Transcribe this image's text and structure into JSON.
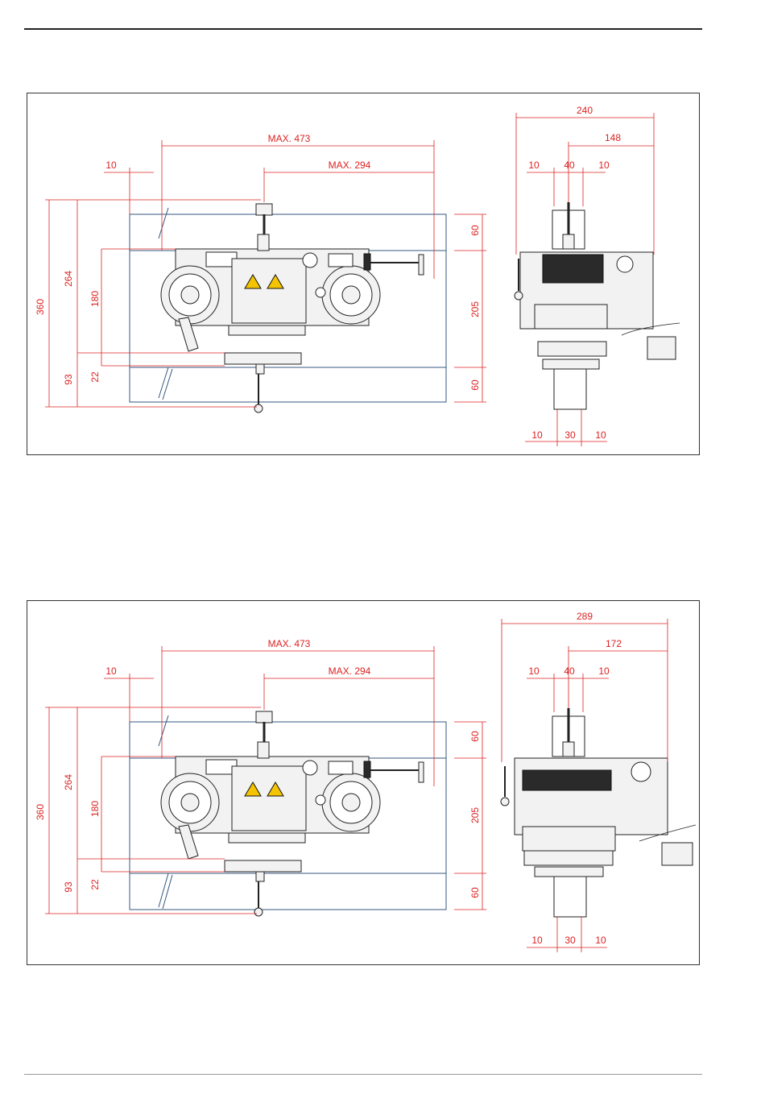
{
  "page": {
    "header_rule": true,
    "footer_rule": true
  },
  "colors": {
    "dimension": "#dd2222",
    "envelope": "#35577f",
    "outline": "#222222",
    "frame": "#333333"
  },
  "drawings": [
    {
      "front": {
        "max_473": "MAX. 473",
        "max_294": "MAX. 294",
        "dim_10": "10",
        "dim_360": "360",
        "dim_264": "264",
        "dim_180": "180",
        "dim_93": "93",
        "dim_22": "22",
        "dim_60_top": "60",
        "dim_205": "205",
        "dim_60_bottom": "60"
      },
      "side": {
        "dim_width": "240",
        "dim_offset": "148",
        "dim_10_left": "10",
        "dim_40": "40",
        "dim_10_right": "10",
        "dim_10_bottom_left": "10",
        "dim_30": "30",
        "dim_10_bottom_right": "10"
      }
    },
    {
      "front": {
        "max_473": "MAX. 473",
        "max_294": "MAX. 294",
        "dim_10": "10",
        "dim_360": "360",
        "dim_264": "264",
        "dim_180": "180",
        "dim_93": "93",
        "dim_22": "22",
        "dim_60_top": "60",
        "dim_205": "205",
        "dim_60_bottom": "60"
      },
      "side": {
        "dim_width": "289",
        "dim_offset": "172",
        "dim_10_left": "10",
        "dim_40": "40",
        "dim_10_right": "10",
        "dim_10_bottom_left": "10",
        "dim_30": "30",
        "dim_10_bottom_right": "10"
      }
    }
  ]
}
